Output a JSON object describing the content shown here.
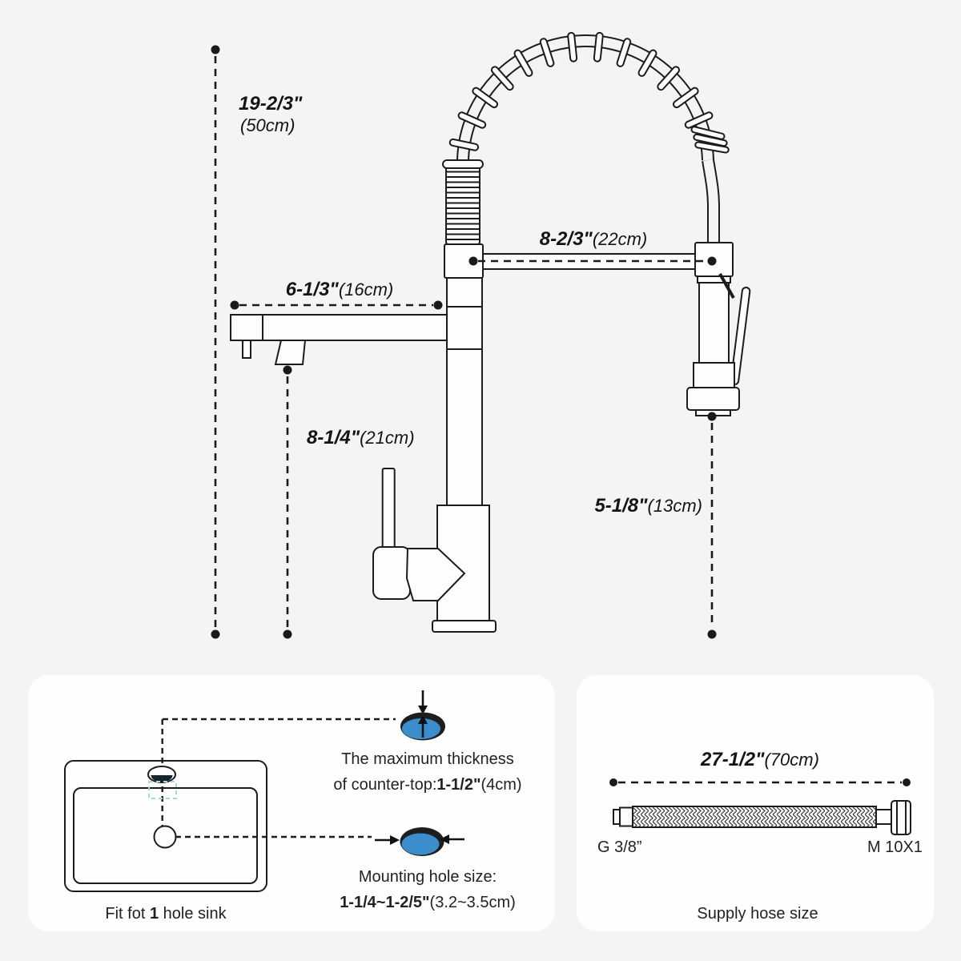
{
  "colors": {
    "background": "#f4f4f5",
    "card": "#fefefe",
    "line": "#1c1c1c",
    "accent_blue": "#3b8dcb",
    "accent_teal": "#a5dadb",
    "hole_dark": "#16242e"
  },
  "icons": {
    "arrow_down": "↓",
    "arrow_up": "↑",
    "arrow_left": "←",
    "arrow_right": "→"
  },
  "diagram": {
    "dim_height_in": "19-2/3\"",
    "dim_height_cm": "(50cm)",
    "dim_hose_top_in": "8-2/3\"",
    "dim_hose_top_cm": "(22cm)",
    "dim_spout_in": "6-1/3\"",
    "dim_spout_cm": "(16cm)",
    "dim_drop_in": "8-1/4\"",
    "dim_drop_cm": "(21cm)",
    "dim_sprayer_in": "5-1/8\"",
    "dim_sprayer_cm": "(13cm)"
  },
  "sink_card": {
    "thickness_line1": "The maximum thickness",
    "thickness_prefix": "of counter-top:",
    "thickness_bold": "1-1/2\"",
    "thickness_suffix": "(4cm)",
    "mounting_title": "Mounting hole size:",
    "mounting_bold": "1-1/4~1-2/5\"",
    "mounting_suffix": "(3.2~3.5cm)",
    "caption_prefix": "Fit fot ",
    "caption_bold": "1",
    "caption_suffix": " hole sink"
  },
  "hose_card": {
    "dim_in": "27-1/2\"",
    "dim_cm": "(70cm)",
    "left_fitting_label": "G 3/8”",
    "right_fitting_label": "M 10X1",
    "caption": "Supply hose size"
  }
}
